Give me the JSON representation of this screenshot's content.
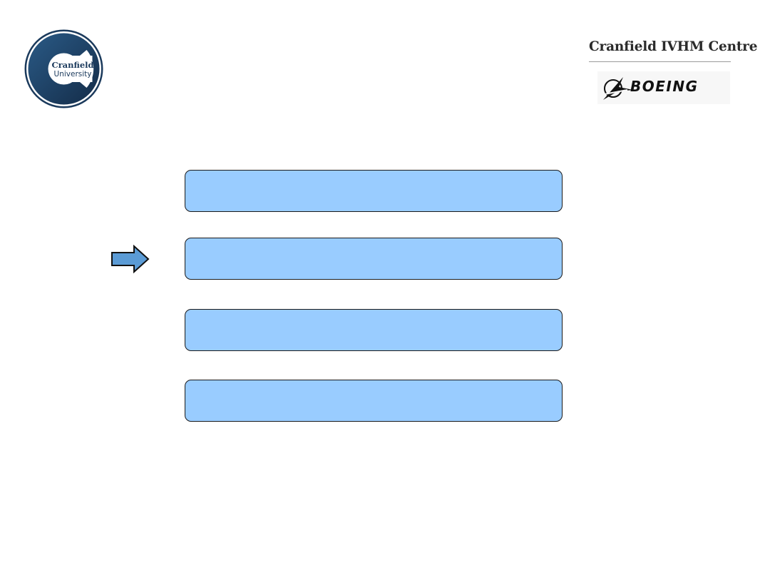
{
  "branding": {
    "university_logo_line1": "Cranfield",
    "university_logo_line2": "University",
    "centre_title": "Cranfield IVHM Centre",
    "partner_logo_text": "BOEING"
  },
  "content": {
    "boxes": [
      "",
      "",
      "",
      ""
    ],
    "current_box_index": 1,
    "box_fill_color": "#99ccff",
    "arrow_color": "#5b9bd5"
  },
  "colors": {
    "cranfield_navy": "#1b3a5c",
    "header_text": "#2b2b2b"
  }
}
